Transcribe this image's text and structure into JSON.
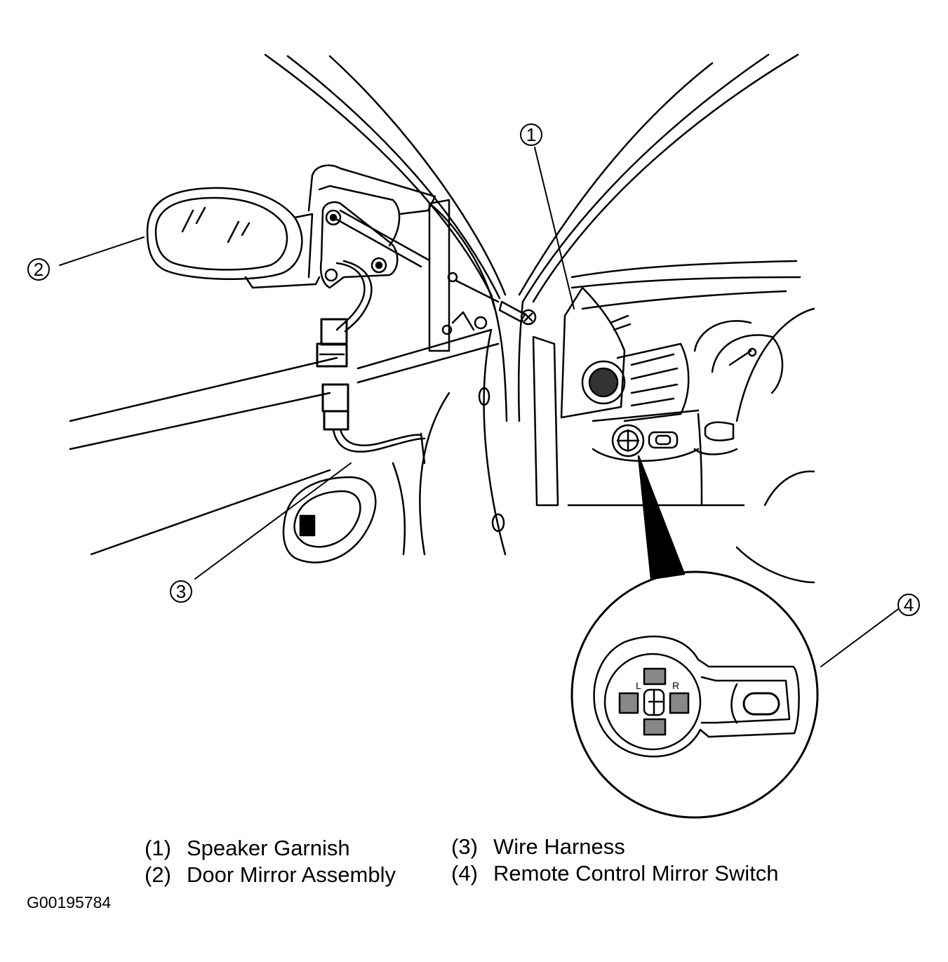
{
  "callouts": [
    {
      "id": "1",
      "label": "1"
    },
    {
      "id": "2",
      "label": "2"
    },
    {
      "id": "3",
      "label": "3"
    },
    {
      "id": "4",
      "label": "4"
    }
  ],
  "legend": {
    "left": [
      {
        "num": "(1)",
        "text": "Speaker Garnish"
      },
      {
        "num": "(2)",
        "text": "Door Mirror Assembly"
      }
    ],
    "right": [
      {
        "num": "(3)",
        "text": "Wire Harness"
      },
      {
        "num": "(4)",
        "text": "Remote Control Mirror Switch"
      }
    ]
  },
  "switch_letters": {
    "left": "L",
    "right": "R"
  },
  "figure_id": "G00195784"
}
